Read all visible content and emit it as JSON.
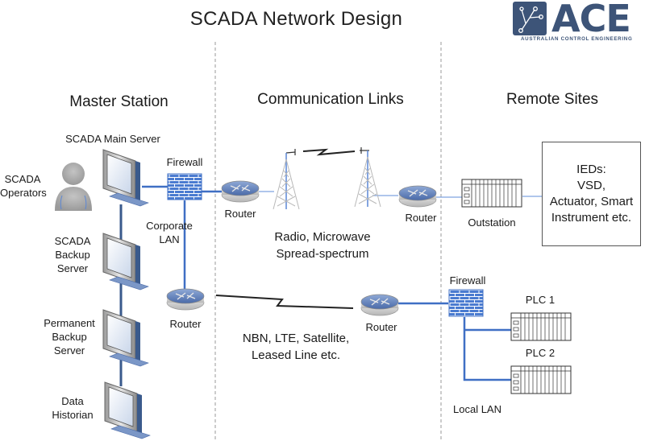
{
  "title": "SCADA Network Design",
  "logo": {
    "brand": "ACE",
    "tagline": "AUSTRALIAN CONTROL ENGINEERING",
    "icon": "network-node-icon",
    "color": "#3d5478"
  },
  "sections": {
    "master_station": "Master Station",
    "communication_links": "Communication Links",
    "remote_sites": "Remote Sites"
  },
  "master_station": {
    "main_server": "SCADA Main Server",
    "operators": [
      "SCADA",
      "Operators"
    ],
    "firewall": "Firewall",
    "corporate_lan": [
      "Corporate",
      "LAN"
    ],
    "backup_server": [
      "SCADA",
      "Backup",
      "Server"
    ],
    "permanent_backup": [
      "Permanent",
      "Backup",
      "Server"
    ],
    "data_historian": [
      "Data",
      "Historian"
    ],
    "router": "Router"
  },
  "communication_links": {
    "router_left": "Router",
    "router_right": "Router",
    "router_bottom": "Router",
    "radio_label": [
      "Radio, Microwave",
      "Spread-spectrum"
    ],
    "wan_label": [
      "NBN, LTE, Satellite,",
      "Leased Line etc."
    ]
  },
  "remote_sites": {
    "outstation": "Outstation",
    "ieds": [
      "IEDs:",
      "VSD,",
      "Actuator, Smart",
      "Instrument etc."
    ],
    "firewall": "Firewall",
    "plc1": "PLC 1",
    "plc2": "PLC 2",
    "local_lan": "Local LAN"
  },
  "colors": {
    "link_blue": "#3f6fc4",
    "link_dark": "#3a5a8c",
    "firewall_blue": "#4a7bd0",
    "divider": "#999999"
  }
}
